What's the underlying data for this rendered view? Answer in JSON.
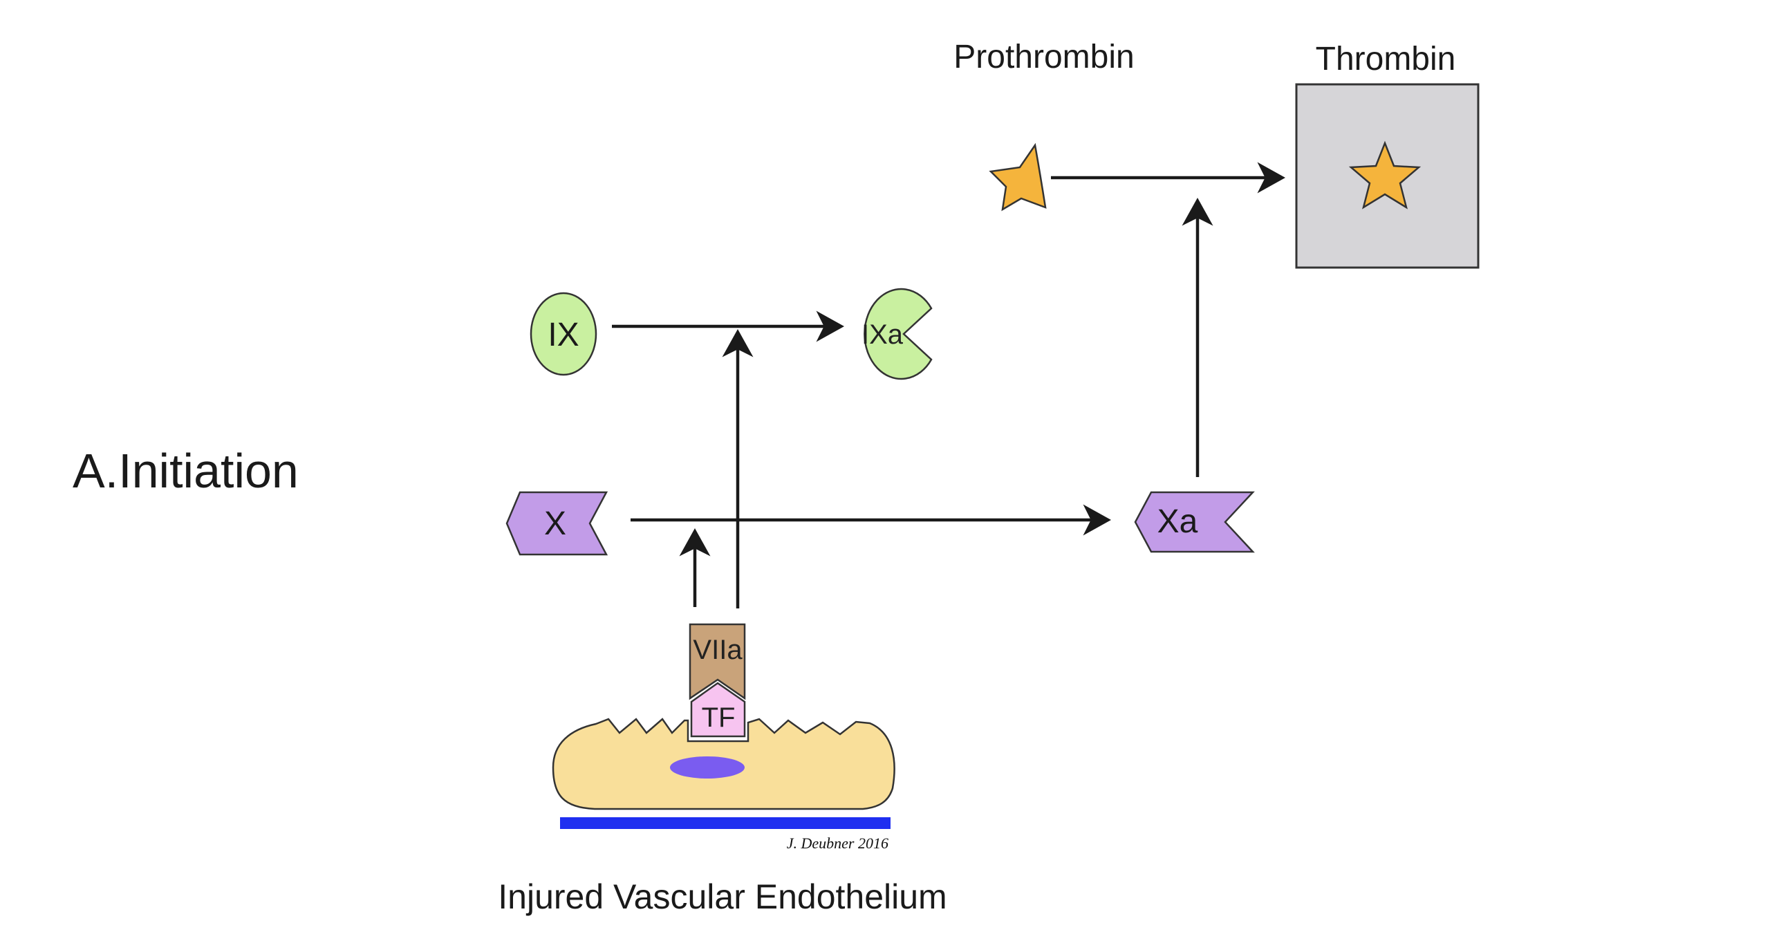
{
  "title": "A.Initiation",
  "caption": "Injured Vascular Endothelium",
  "credit": "J. Deubner 2016",
  "nodes": {
    "ix": "IX",
    "ixa": "IXa",
    "x": "X",
    "xa": "Xa",
    "viia": "VIIa",
    "tf": "TF",
    "prothrombin": "Prothrombin",
    "thrombin": "Thrombin"
  },
  "colors": {
    "factor_ix": "#c9f0a0",
    "factor_x": "#c29ce8",
    "viia": "#c9a37a",
    "tf": "#f7c4f0",
    "star": "#f5b43c",
    "thrombin_box": "#d6d5d8",
    "cell_body": "#f9df9a",
    "nucleus": "#7a5cf0",
    "basement": "#1f2ff0",
    "arrows": "#1a1a1a"
  },
  "icons": {
    "prothrombin": "partial-star-icon",
    "thrombin": "star-icon"
  }
}
